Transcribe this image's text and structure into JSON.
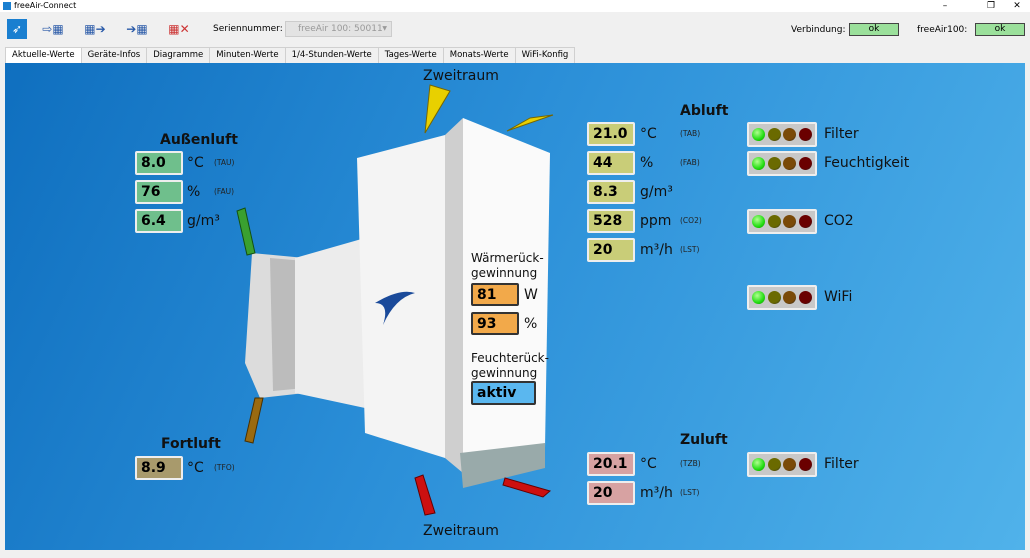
{
  "window": {
    "title": "freeAir-Connect",
    "minimize": "–",
    "maximize": "❐",
    "close": "✕"
  },
  "toolbar": {
    "serial_label": "Seriennummer:",
    "serial_value": "freeAir 100: 50011",
    "connection_label": "Verbindung:",
    "connection_status": "ok",
    "device_label": "freeAir100:",
    "device_status": "ok"
  },
  "tabs": [
    "Aktuelle-Werte",
    "Geräte-Infos",
    "Diagramme",
    "Minuten-Werte",
    "1/4-Stunden-Werte",
    "Tages-Werte",
    "Monats-Werte",
    "WiFi-Konfig"
  ],
  "labels": {
    "zweitraum_top": "Zweitraum",
    "zweitraum_bottom": "Zweitraum"
  },
  "aussenluft": {
    "title": "Außenluft",
    "rows": [
      {
        "value": "8.0",
        "unit": "°C",
        "code": "(TAU)"
      },
      {
        "value": "76",
        "unit": "%",
        "code": "(FAU)"
      },
      {
        "value": "6.4",
        "unit": "g/m³",
        "code": ""
      }
    ]
  },
  "fortluft": {
    "title": "Fortluft",
    "rows": [
      {
        "value": "8.9",
        "unit": "°C",
        "code": "(TFO)"
      }
    ]
  },
  "abluft": {
    "title": "Abluft",
    "rows": [
      {
        "value": "21.0",
        "unit": "°C",
        "code": "(TAB)"
      },
      {
        "value": "44",
        "unit": "%",
        "code": "(FAB)"
      },
      {
        "value": "8.3",
        "unit": "g/m³",
        "code": ""
      },
      {
        "value": "528",
        "unit": "ppm",
        "code": "(CO2)"
      },
      {
        "value": "20",
        "unit": "m³/h",
        "code": "(LST)"
      }
    ]
  },
  "zuluft": {
    "title": "Zuluft",
    "rows": [
      {
        "value": "20.1",
        "unit": "°C",
        "code": "(TZB)"
      },
      {
        "value": "20",
        "unit": "m³/h",
        "code": "(LST)"
      }
    ]
  },
  "waerme": {
    "title1": "Wärmerück-",
    "title2": "gewinnung",
    "rows": [
      {
        "value": "81",
        "unit": "W"
      },
      {
        "value": "93",
        "unit": "%"
      }
    ]
  },
  "feuchte": {
    "title1": "Feuchterück-",
    "title2": "gewinnung",
    "value": "aktiv"
  },
  "indicators": [
    {
      "label": "Filter",
      "level": 1
    },
    {
      "label": "Feuchtigkeit",
      "level": 1
    },
    {
      "label": "CO2",
      "level": 1
    },
    {
      "label": "WiFi",
      "level": 1
    },
    {
      "label": "Filter",
      "level": 1
    }
  ],
  "colors": {
    "abluft": "#c9cd78",
    "aussenluft": "#6fbf8c",
    "fortluft": "#a89a6c",
    "zuluft": "#d7a2a2",
    "waerme": "#f2a94a",
    "feuchte": "#5ab7ef"
  }
}
